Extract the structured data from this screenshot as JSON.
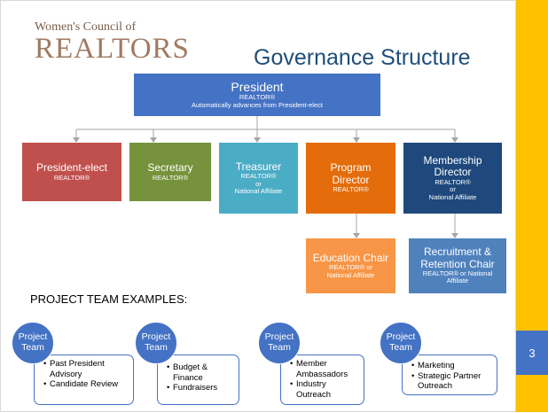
{
  "logo": {
    "line1": "Women's Council of",
    "line2": "REALTORS"
  },
  "title": "Governance Structure",
  "slide_number": "3",
  "president": {
    "title": "President",
    "role": "REALTOR®",
    "note": "Automatically advances from President-elect"
  },
  "officers": [
    {
      "title": "President-elect",
      "role": "REALTOR®",
      "color": "#c0504d"
    },
    {
      "title": "Secretary",
      "role": "REALTOR®",
      "color": "#76923c"
    },
    {
      "title": "Treasurer",
      "role": "REALTOR®",
      "or": "or",
      "alt": "National Affiliate",
      "color": "#4bacc6"
    },
    {
      "title": "Program Director",
      "role": "REALTOR®",
      "color": "#e46c0a"
    },
    {
      "title": "Membership Director",
      "role": "REALTOR®",
      "or": "or",
      "alt": "National Affiliate",
      "color": "#1f497d"
    }
  ],
  "chairs": [
    {
      "title": "Education Chair",
      "role": "REALTOR® or National Affiliate",
      "color": "#f79646"
    },
    {
      "title": "Recruitment & Retention Chair",
      "role": "REALTOR® or National Affiliate",
      "color": "#4f81bd"
    }
  ],
  "project_team_heading": "PROJECT TEAM EXAMPLES:",
  "project_teams": [
    {
      "label": "Project Team",
      "items": [
        "Past President Advisory",
        "Candidate Review"
      ]
    },
    {
      "label": "Project Team",
      "items": [
        "Budget & Finance",
        "Fundraisers"
      ]
    },
    {
      "label": "Project Team",
      "items": [
        "Member Ambassadors",
        "Industry Outreach"
      ]
    },
    {
      "label": "Project Team",
      "items": [
        "Marketing",
        "Strategic Partner Outreach"
      ]
    }
  ]
}
